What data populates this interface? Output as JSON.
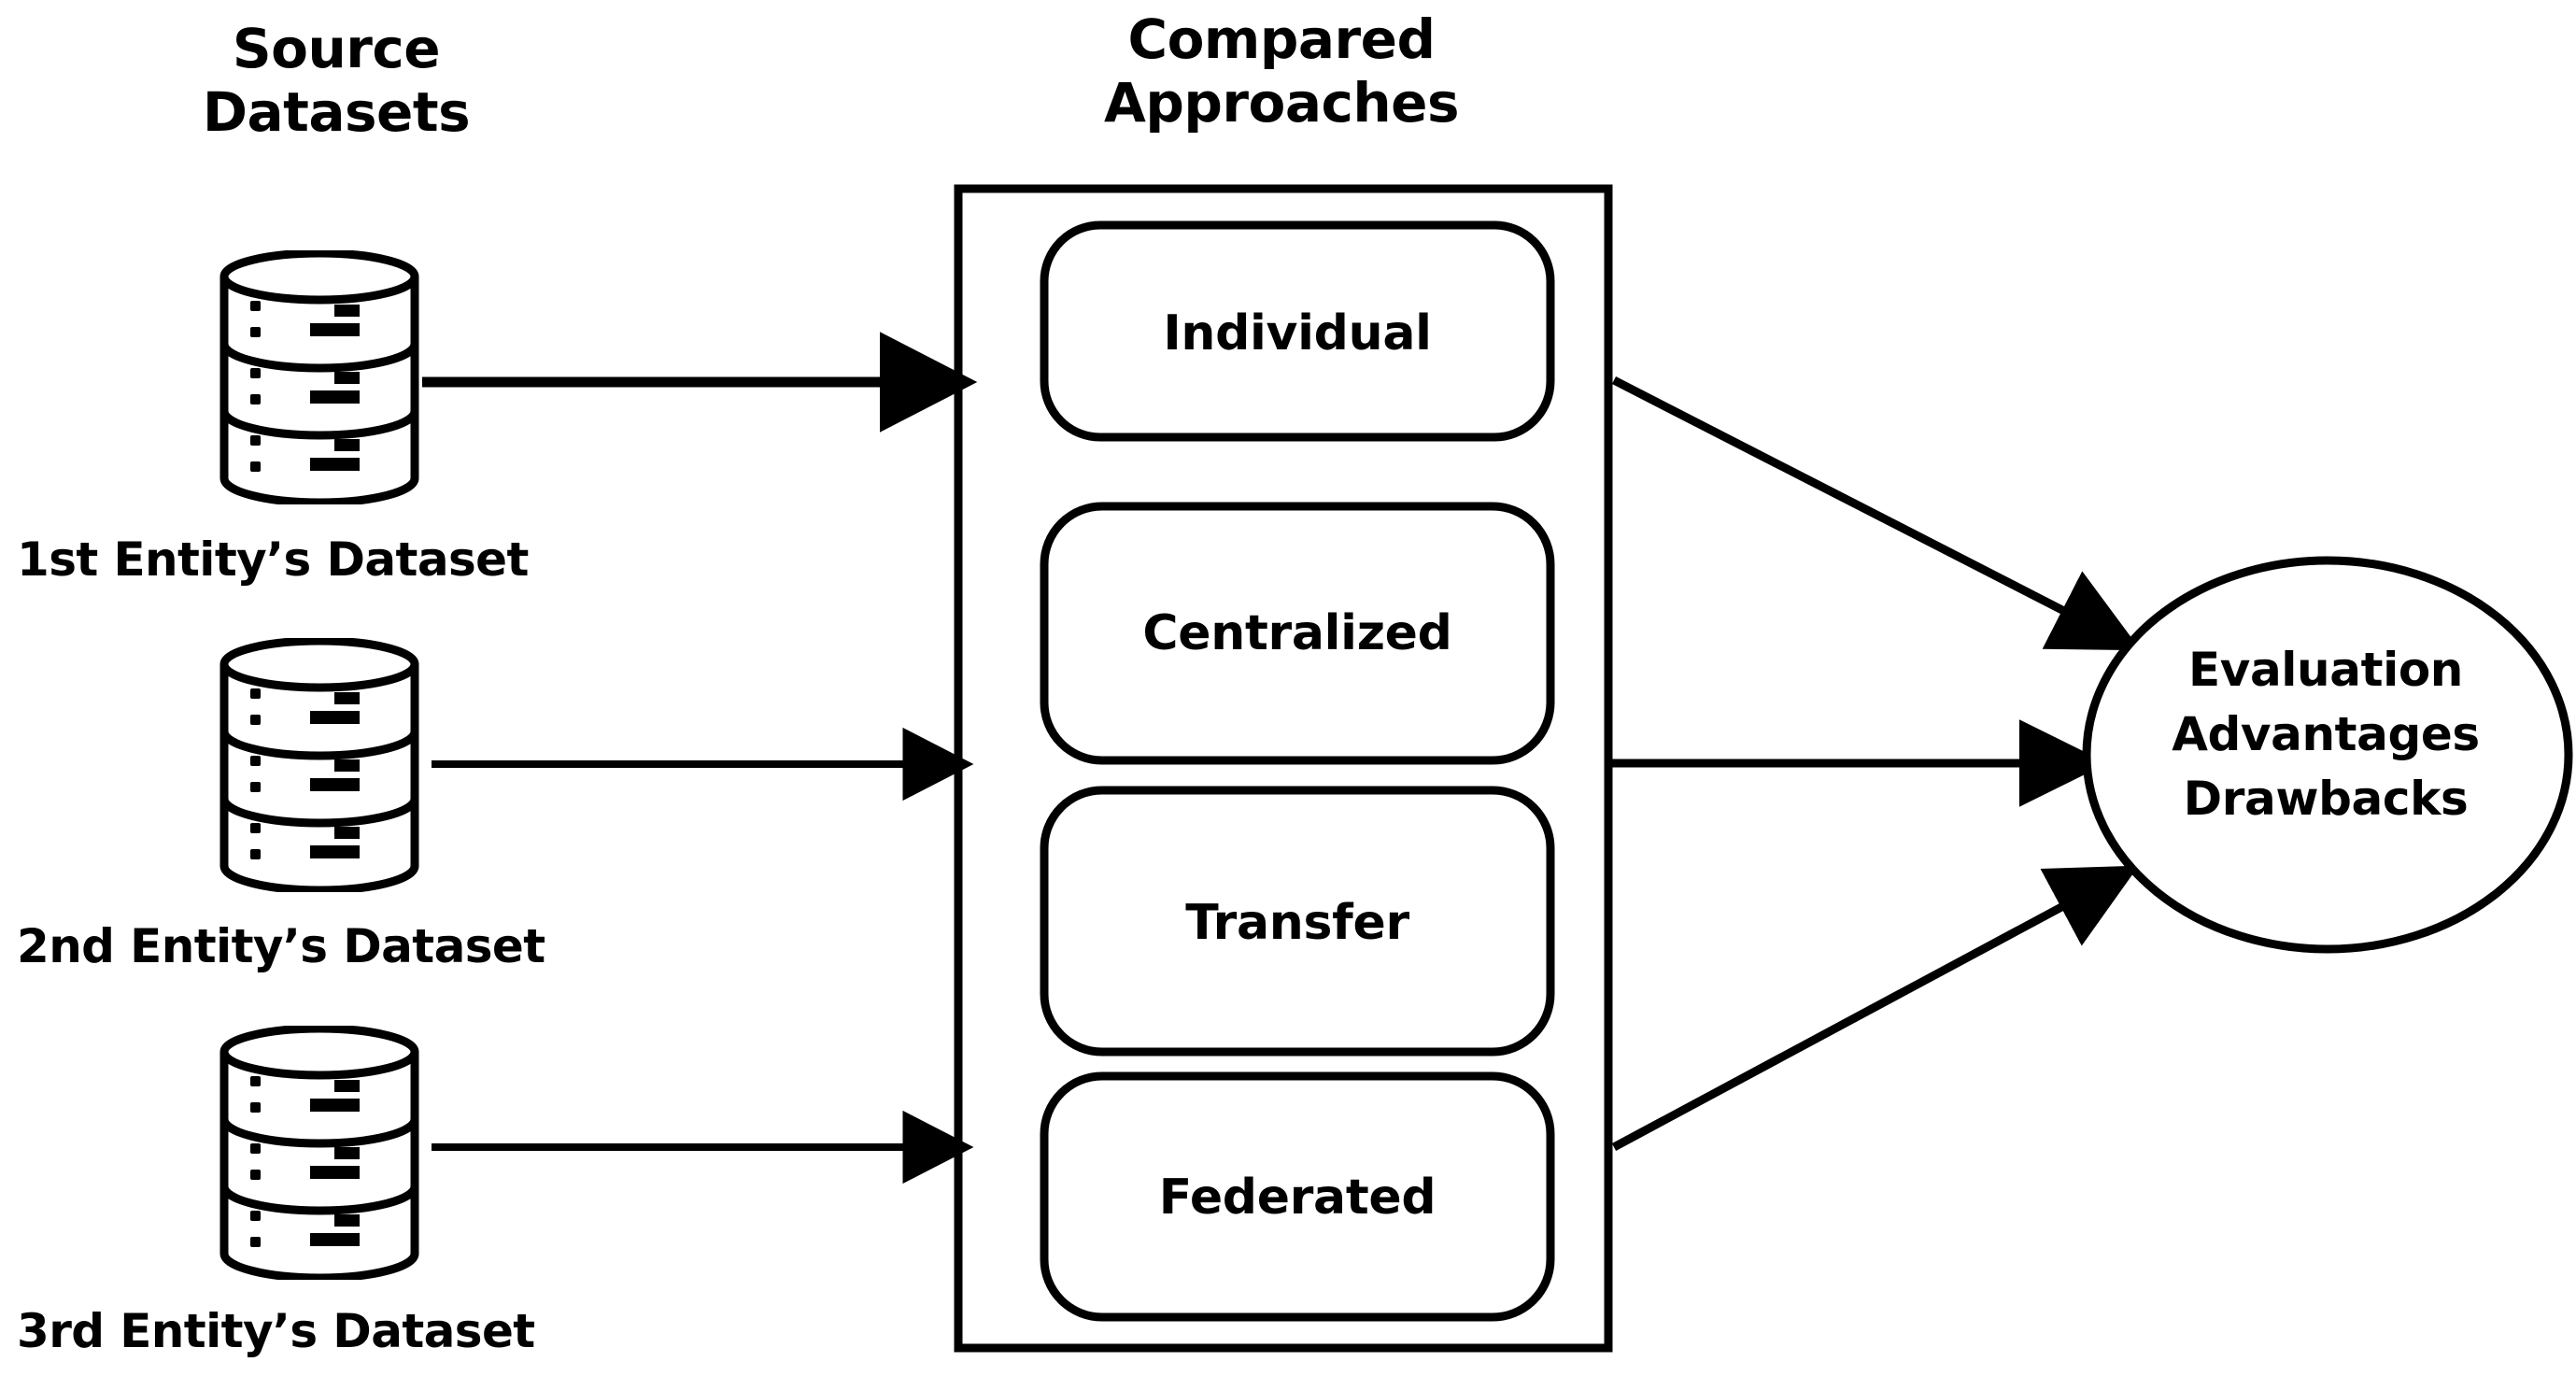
{
  "headings": {
    "source_datasets": "Source\nDatasets",
    "compared_approaches": "Compared\nApproaches"
  },
  "datasets": [
    {
      "caption": "1st Entity’s Dataset",
      "icon": "database-cylinder-icon"
    },
    {
      "caption": "2nd Entity’s Dataset",
      "icon": "database-cylinder-icon"
    },
    {
      "caption": "3rd Entity’s Dataset",
      "icon": "database-cylinder-icon"
    }
  ],
  "approaches": [
    {
      "label": "Individual"
    },
    {
      "label": "Centralized"
    },
    {
      "label": "Transfer"
    },
    {
      "label": "Federated"
    }
  ],
  "outcome": {
    "lines": "Evaluation\nAdvantages\nDrawbacks",
    "shape": "ellipse"
  },
  "connectors": [
    {
      "from": "1st Entity’s Dataset",
      "to": "Compared Approaches",
      "style": "arrow-right"
    },
    {
      "from": "2nd Entity’s Dataset",
      "to": "Compared Approaches",
      "style": "arrow-right"
    },
    {
      "from": "3rd Entity’s Dataset",
      "to": "Compared Approaches",
      "style": "arrow-right"
    },
    {
      "from": "Compared Approaches",
      "to": "Evaluation Advantages Drawbacks",
      "style": "arrow-diagonal-down"
    },
    {
      "from": "Compared Approaches",
      "to": "Evaluation Advantages Drawbacks",
      "style": "arrow-right-tick"
    },
    {
      "from": "Compared Approaches",
      "to": "Evaluation Advantages Drawbacks",
      "style": "arrow-diagonal-up"
    }
  ],
  "colors": {
    "stroke": "#000000",
    "background": "#ffffff",
    "text": "#000000"
  }
}
